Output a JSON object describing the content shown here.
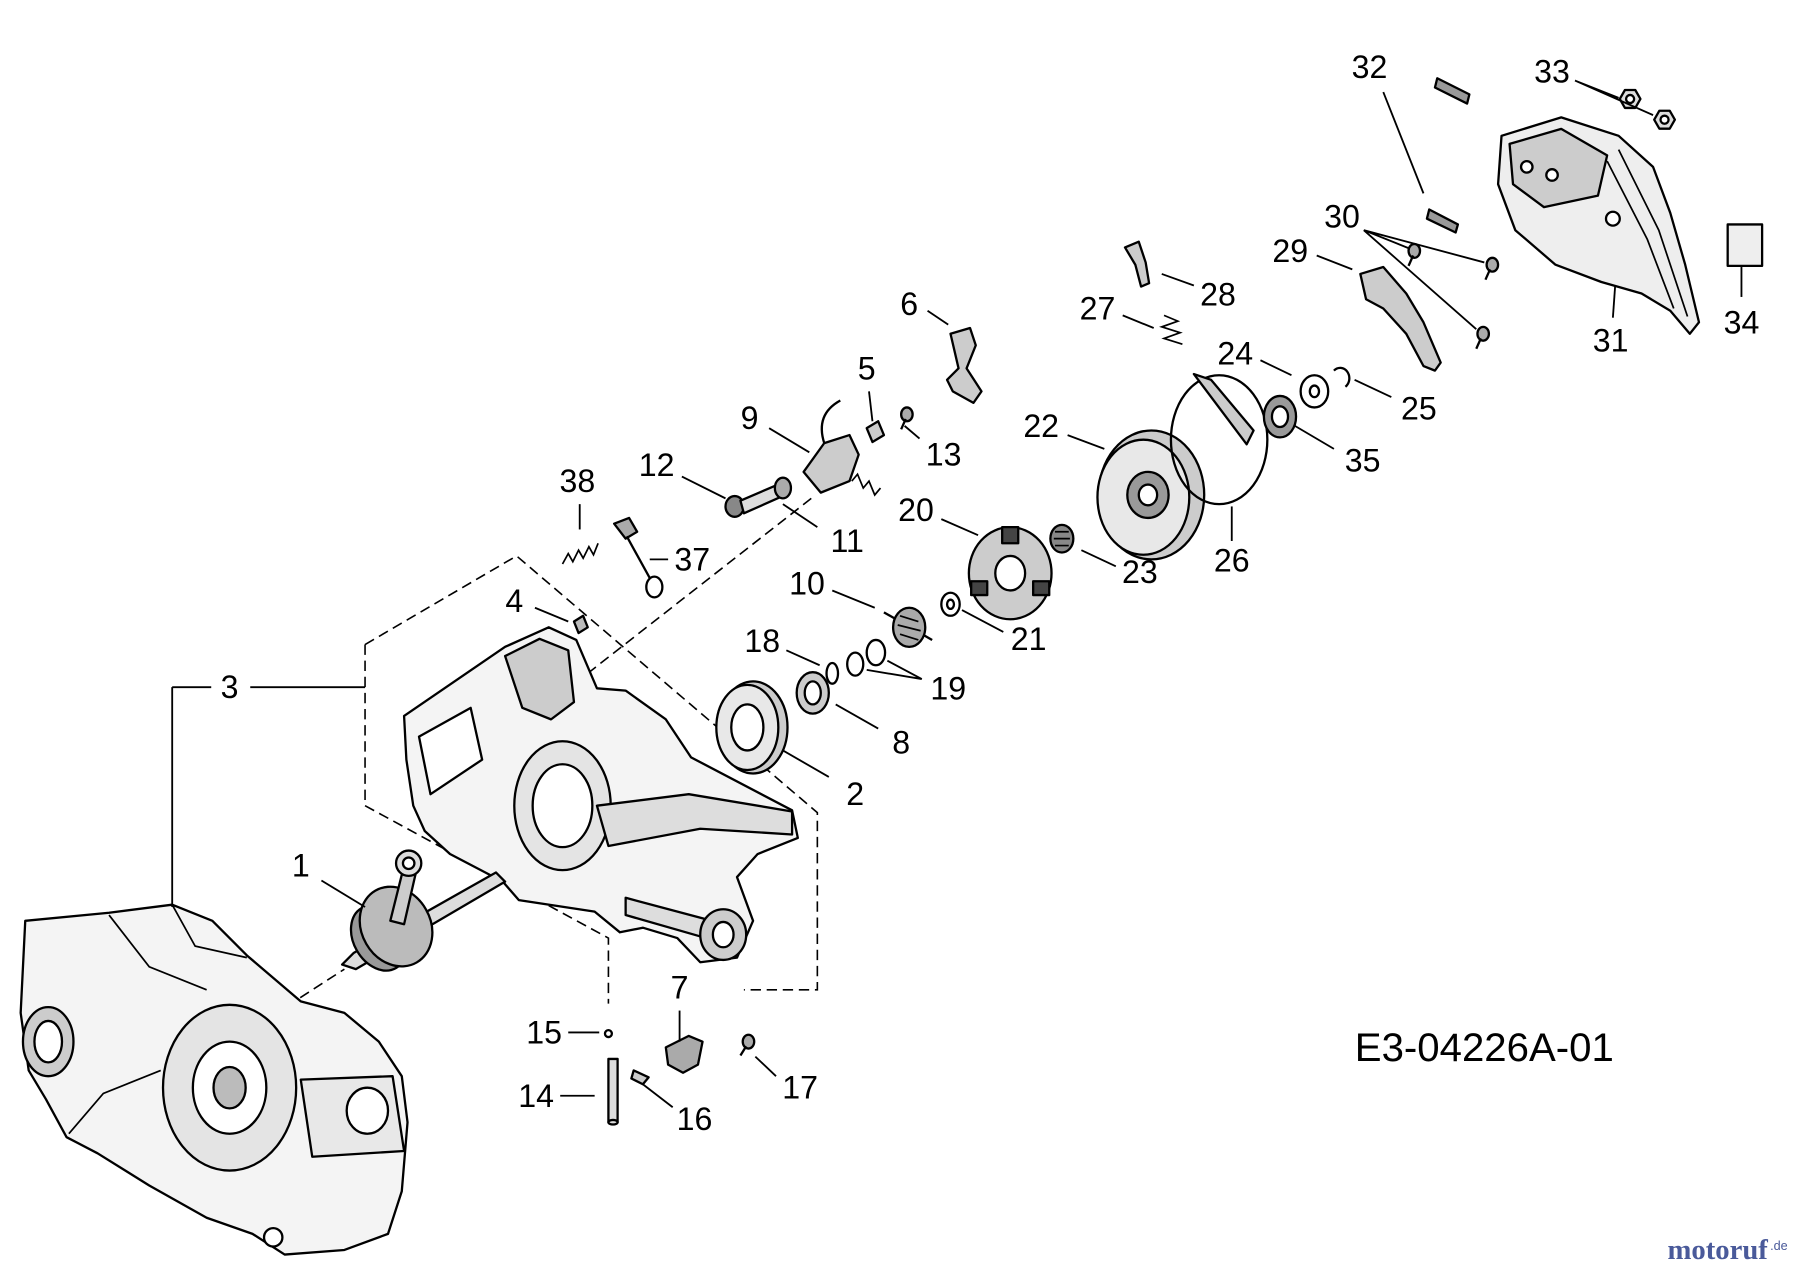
{
  "labels": {
    "p1": "1",
    "p2": "2",
    "p3": "3",
    "p4": "4",
    "p5": "5",
    "p6": "6",
    "p7": "7",
    "p8": "8",
    "p9": "9",
    "p10": "10",
    "p11": "11",
    "p12": "12",
    "p13": "13",
    "p14": "14",
    "p15": "15",
    "p16": "16",
    "p17": "17",
    "p18": "18",
    "p19": "19",
    "p20": "20",
    "p21": "21",
    "p22": "22",
    "p23": "23",
    "p24": "24",
    "p25": "25",
    "p26": "26",
    "p27": "27",
    "p28": "28",
    "p29": "29",
    "p30": "30",
    "p31": "31",
    "p32": "32",
    "p33": "33",
    "p34": "34",
    "p35": "35",
    "p37": "37",
    "p38": "38"
  },
  "drawing_code": "E3-04226A-01",
  "watermark": {
    "name": "motoruf",
    "suffix": ".de"
  },
  "colors": {
    "line": "#000000",
    "background": "#ffffff",
    "watermark": "#4a5a9a"
  }
}
